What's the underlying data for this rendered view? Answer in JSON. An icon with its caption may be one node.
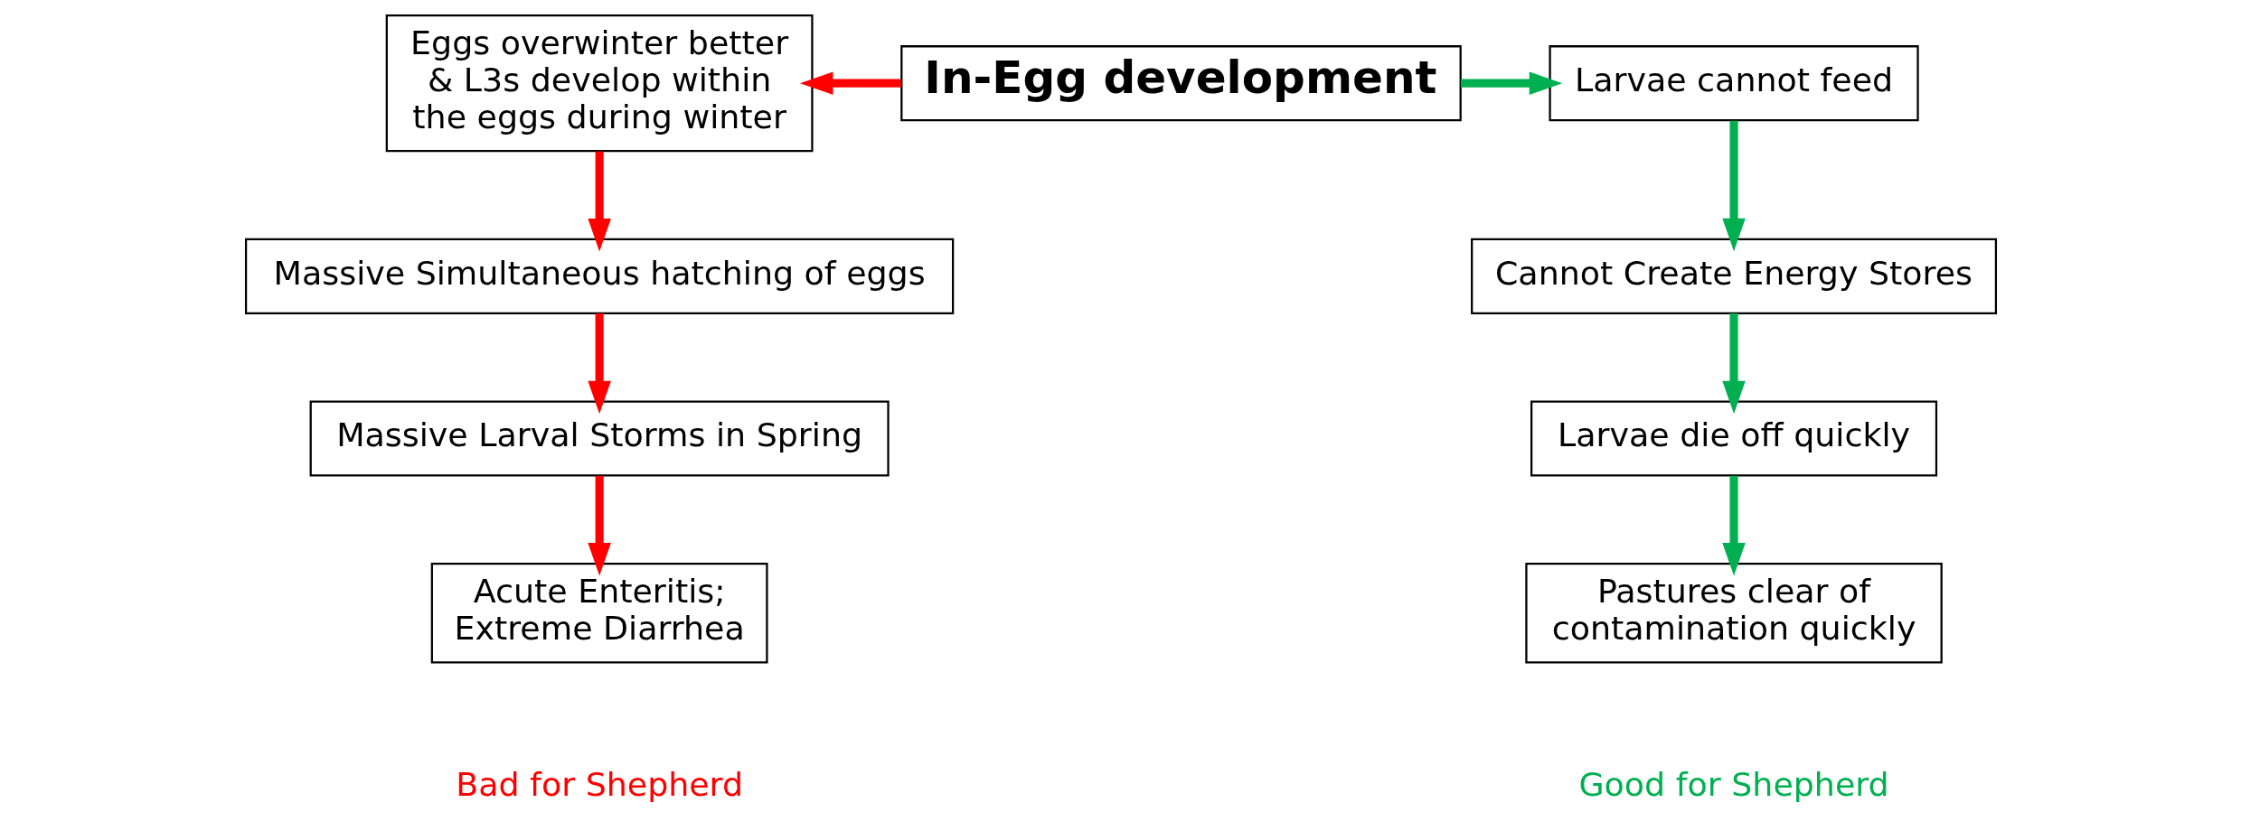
{
  "diagram": {
    "nodes": [
      {
        "text": [
          "In-Egg development"
        ]
      },
      {
        "text": [
          "Eggs overwinter better & L3s develop within the eggs during winter"
        ]
      },
      {
        "text": [
          "Massive Simultaneous hatching of eggs"
        ]
      },
      {
        "text": [
          "Massive Larval Storms in Spring"
        ]
      },
      {
        "text": [
          "Acute Enteritis; Extreme Diarrhea"
        ]
      },
      {
        "text": [
          "Larvae cannot feed"
        ]
      },
      {
        "text": [
          "Cannot Create Energy Stores"
        ]
      },
      {
        "text": [
          "Larvae die off quickly"
        ]
      },
      {
        "text": [
          "Pastures clear of contamination quickly"
        ]
      }
    ],
    "edges": [
      {
        "from": 0,
        "to": 1,
        "arrow": "to",
        "color": "#ff0000"
      },
      {
        "from": 1,
        "to": 2,
        "arrow": "to",
        "color": "#ff0000"
      },
      {
        "from": 2,
        "to": 3,
        "arrow": "to",
        "color": "#ff0000"
      },
      {
        "from": 3,
        "to": 4,
        "arrow": "to",
        "color": "#ff0000"
      },
      {
        "from": 0,
        "to": 5,
        "arrow": "to",
        "color": "#00b050"
      },
      {
        "from": 5,
        "to": 6,
        "arrow": "to",
        "color": "#00b050"
      },
      {
        "from": 6,
        "to": 7,
        "arrow": "to",
        "color": "#00b050"
      },
      {
        "from": 7,
        "to": 8,
        "arrow": "to",
        "color": "#00b050"
      }
    ],
    "labels": [
      "Bad for Shepherd",
      "Good for Shepherd"
    ]
  }
}
